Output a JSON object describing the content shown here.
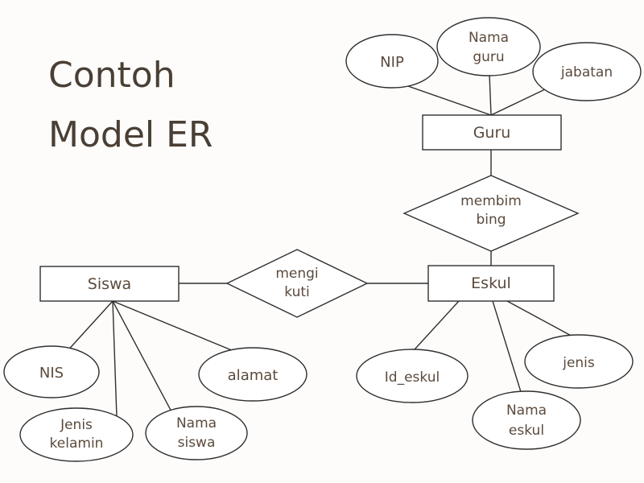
{
  "title": {
    "line1": "Contoh",
    "line2": "Model ER"
  },
  "entities": {
    "guru": "Guru",
    "siswa": "Siswa",
    "eskul": "Eskul"
  },
  "relationships": {
    "membimbing": {
      "line1": "membim",
      "line2": "bing"
    },
    "mengikuti": {
      "line1": "mengi",
      "line2": "kuti"
    }
  },
  "attributes": {
    "nip": "NIP",
    "nama_guru": {
      "line1": "Nama",
      "line2": "guru"
    },
    "jabatan": "jabatan",
    "nis": "NIS",
    "jenis_kelamin": {
      "line1": "Jenis",
      "line2": "kelamin"
    },
    "nama_siswa": {
      "line1": "Nama",
      "line2": "siswa"
    },
    "alamat": "alamat",
    "id_eskul": "Id_eskul",
    "nama_eskul": {
      "line1": "Nama",
      "line2": "eskul"
    },
    "jenis": "jenis"
  }
}
